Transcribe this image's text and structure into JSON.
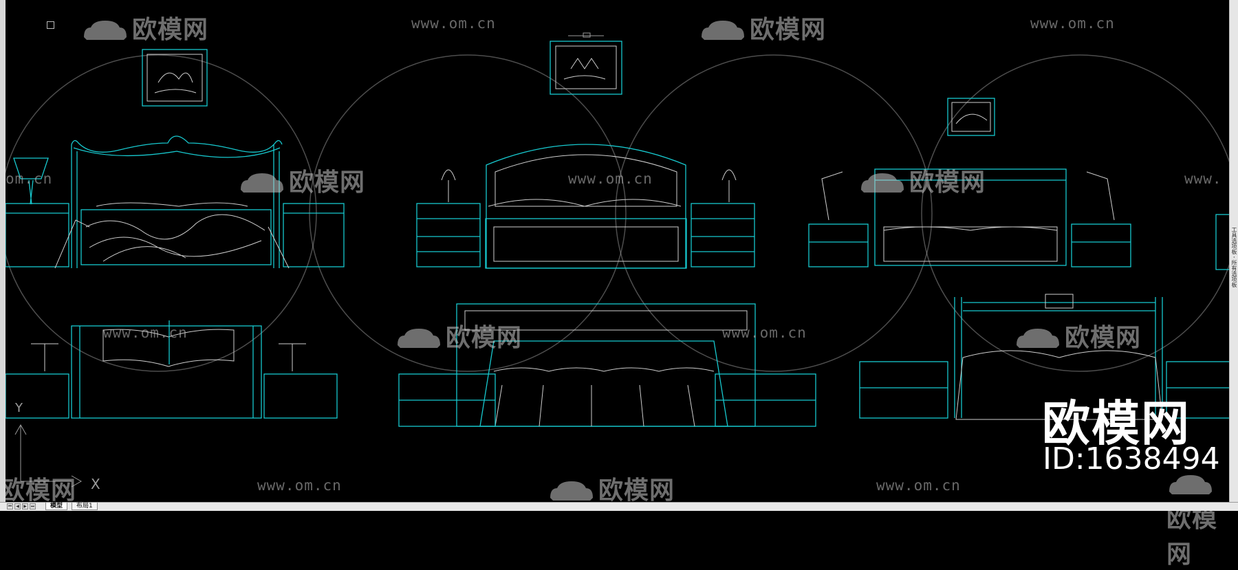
{
  "watermark": {
    "brand": "欧模网",
    "url": "www.om.cn",
    "url_partial_left": "om.cn",
    "url_partial_right": "www."
  },
  "logo": {
    "text": "欧模网",
    "id_label": "ID:1638494"
  },
  "axis": {
    "y_label": "Y",
    "x_label": "X"
  },
  "status_bar": {
    "nav_buttons": [
      "⏮",
      "◀",
      "▶",
      "⏭"
    ],
    "tabs": [
      {
        "label": "模型",
        "active": true
      },
      {
        "label": "布局1",
        "active": false
      }
    ]
  },
  "side_panel": {
    "text": "工具选项板 - 所有选项板"
  },
  "colors": {
    "background": "#000000",
    "cad_cyan": "#17c9cf",
    "cad_white": "#d9d9d9",
    "watermark": "#bdbdbd"
  }
}
